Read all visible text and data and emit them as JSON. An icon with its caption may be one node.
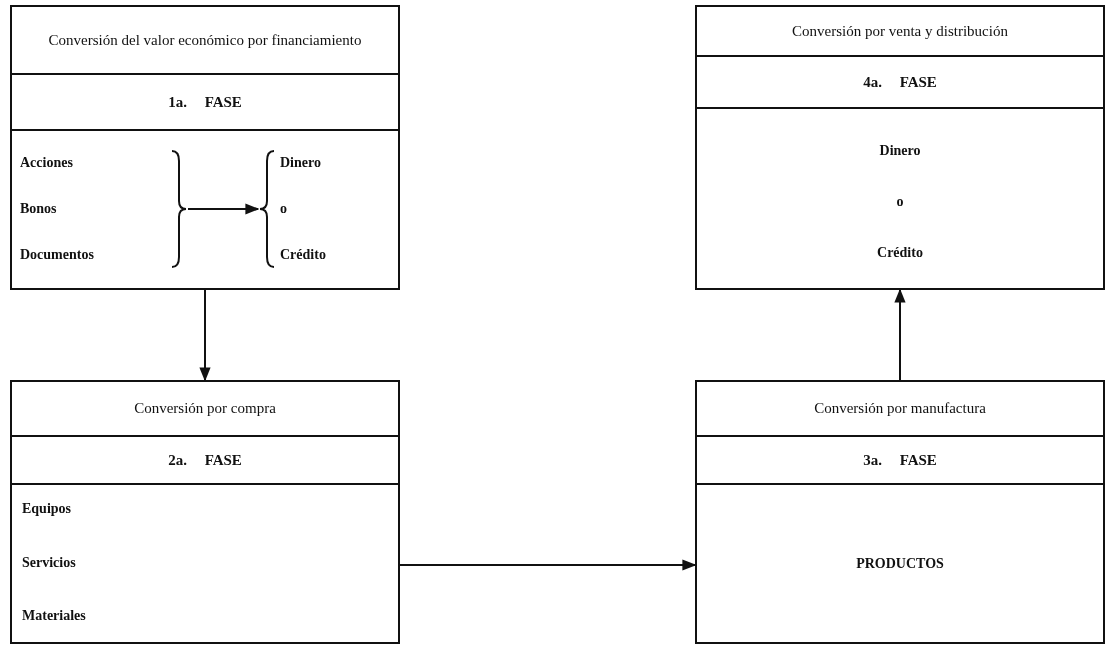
{
  "diagram": {
    "nodes": [
      {
        "text": [],
        "shape": "box"
      },
      {
        "text": [
          "Conversión del valor económico por financiamiento"
        ],
        "in": 0
      },
      {
        "text": [
          "1a. FASE"
        ],
        "in": 0
      },
      {
        "text": [],
        "shape": "box",
        "in": 0
      },
      {
        "text": [
          "Acciones",
          "Bonos",
          "Documentos"
        ],
        "in": 3
      },
      {
        "text": [
          "Dinero",
          "o",
          "Crédito"
        ],
        "in": 3
      },
      {
        "text": [],
        "shape": "box"
      },
      {
        "text": [
          "Conversión por compra"
        ],
        "in": 6
      },
      {
        "text": [
          "2a. FASE"
        ],
        "in": 6
      },
      {
        "text": [
          "Equipos",
          "Servicios",
          "Materiales"
        ],
        "in": 6
      },
      {
        "text": [],
        "shape": "box"
      },
      {
        "text": [
          "Conversión por manufactura"
        ],
        "in": 10
      },
      {
        "text": [
          "3a. FASE"
        ],
        "in": 10
      },
      {
        "text": [
          "PRODUCTOS"
        ],
        "in": 10
      },
      {
        "text": [],
        "shape": "box"
      },
      {
        "text": [
          "Conversión por venta y distribución"
        ],
        "in": 14
      },
      {
        "text": [
          "4a. FASE"
        ],
        "in": 14
      },
      {
        "text": [
          "Dinero",
          "o",
          "Crédito"
        ],
        "in": 14
      }
    ],
    "edges": [
      {
        "from": 4,
        "to": 5,
        "arrow": "to"
      },
      {
        "from": 0,
        "to": 6,
        "arrow": "to"
      },
      {
        "from": 6,
        "to": 10,
        "arrow": "to"
      },
      {
        "from": 10,
        "to": 14,
        "arrow": "to"
      }
    ]
  }
}
